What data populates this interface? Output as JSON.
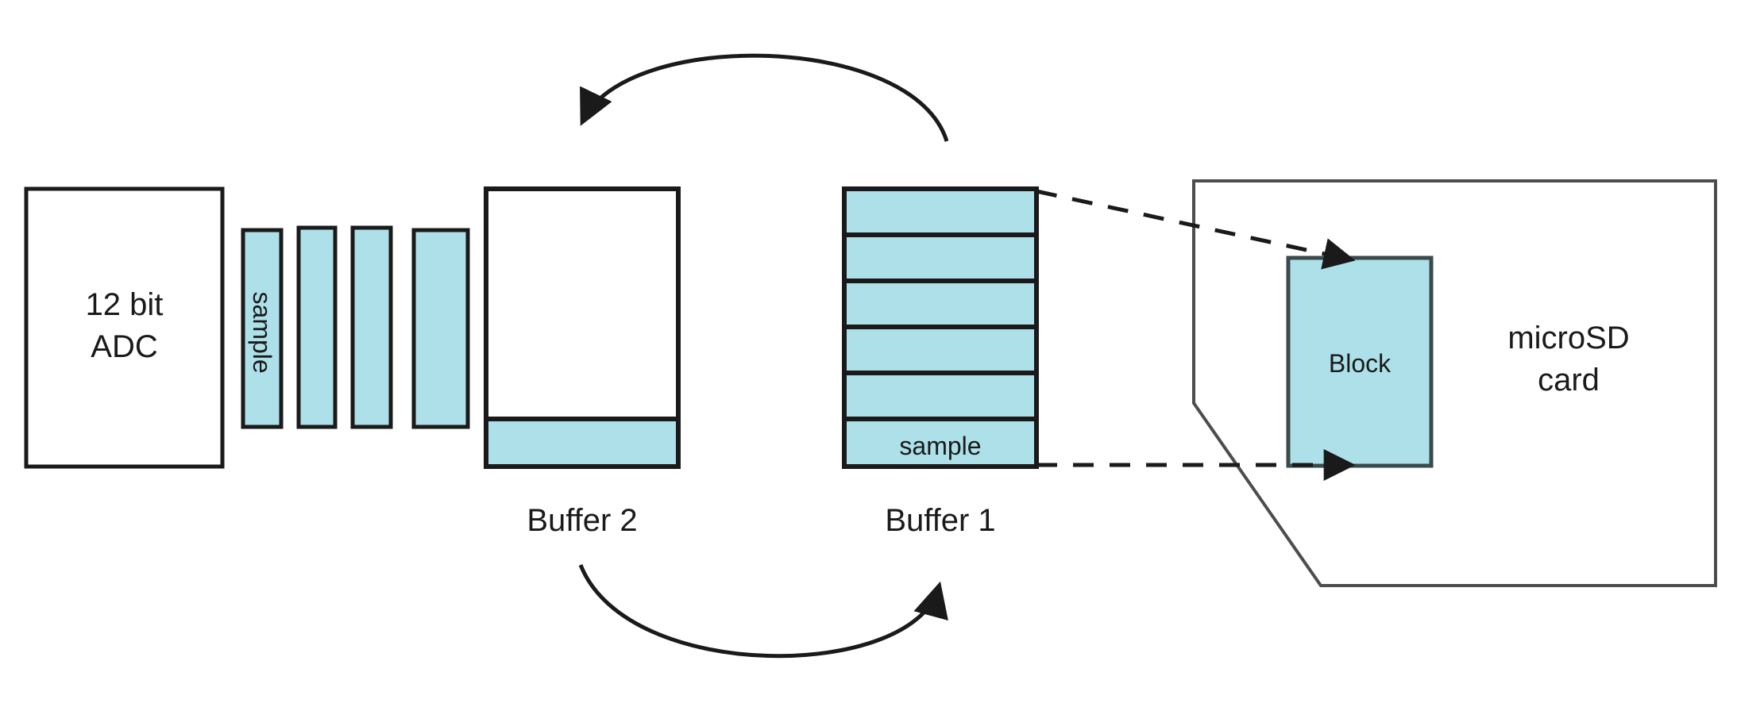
{
  "diagram": {
    "title": "double-buffered ADC to microSD block write",
    "colors": {
      "fill": "#ade0e8",
      "stroke": "#1a1a1a",
      "background": "#ffffff",
      "text": "#1a1a1a"
    },
    "nodes": {
      "adc": {
        "label": "12 bit\nADC"
      },
      "samples": {
        "count": 4,
        "labels": [
          "sample",
          "",
          "",
          ""
        ]
      },
      "buffer2": {
        "caption": "Buffer 2",
        "slots": 6,
        "filled": 1,
        "filled_labels": [
          "",
          "",
          "",
          "",
          "",
          ""
        ]
      },
      "buffer1": {
        "caption": "Buffer 1",
        "slots": 6,
        "filled": 6,
        "filled_labels": [
          "",
          "",
          "",
          "",
          "",
          "sample"
        ]
      },
      "block": {
        "label": "Block"
      },
      "microsd": {
        "label": "microSD\ncard"
      }
    },
    "connectors": {
      "top_arc": {
        "label": "",
        "direction": "buffer1-to-buffer2"
      },
      "bottom_arc": {
        "label": "",
        "direction": "buffer2-to-buffer1"
      },
      "dashed_top": {
        "label": "",
        "style": "dashed"
      },
      "dashed_bottom": {
        "label": "",
        "style": "dashed"
      }
    }
  }
}
